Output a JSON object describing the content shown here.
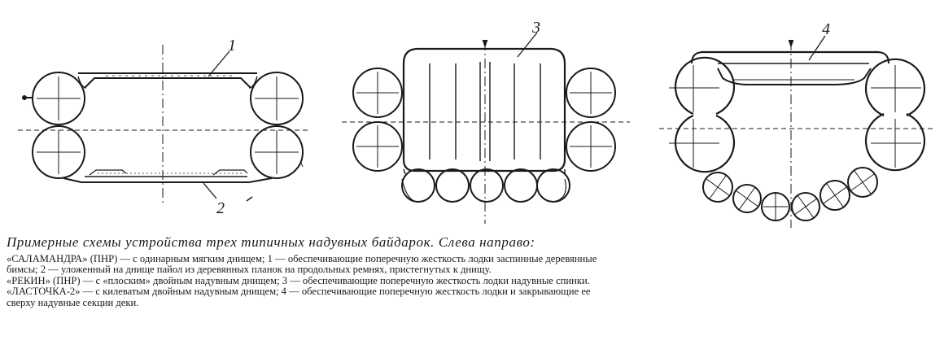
{
  "figure": {
    "callouts": [
      "1",
      "2",
      "3",
      "4"
    ]
  },
  "caption": {
    "title": "Примерные схемы устройства трех типичных надувных байдарок. Слева направо:",
    "lines": [
      "«САЛАМАНДРА» (ПНР) — с одинарным мягким днищем; 1 — обеспечивающие поперечную жесткость лодки заспинные деревянные",
      "бимсы; 2 — уложенный на днище пайол из деревянных планок на продольных ремнях, пристегнутых к днищу.",
      "«РЕКИН» (ПНР) — с «плоским» двойным надувным днищем; 3 — обеспечивающие поперечную жесткость лодки надувные спинки.",
      "«ЛАСТОЧКА-2» — с килеватым двойным надувным днищем; 4 — обеспечивающие поперечную жесткость лодки и закрывающие ее",
      "сверху надувные секции деки."
    ]
  },
  "colors": {
    "ink": "#1a1a1a",
    "paper": "#ffffff"
  }
}
